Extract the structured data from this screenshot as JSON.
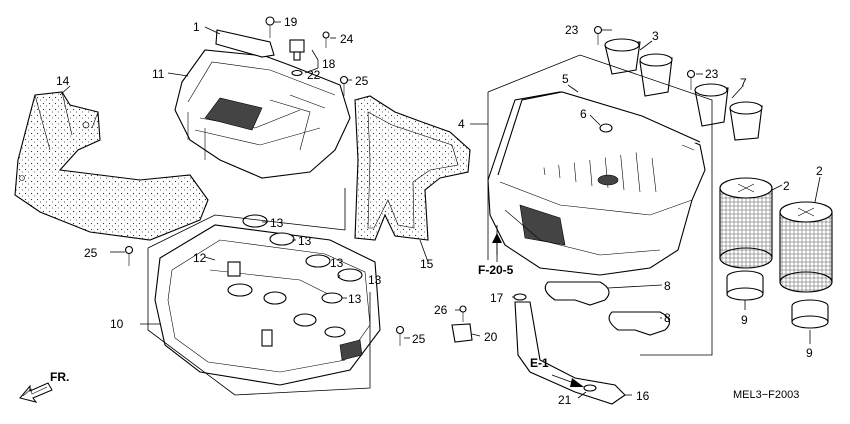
{
  "labels": {
    "p1": "1",
    "p2a": "2",
    "p2b": "2",
    "p3": "3",
    "p4": "4",
    "p5": "5",
    "p6": "6",
    "p7": "7",
    "p8a": "8",
    "p8b": "8",
    "p9a": "9",
    "p9b": "9",
    "p10": "10",
    "p11": "11",
    "p12": "12",
    "p13a": "13",
    "p13b": "13",
    "p13c": "13",
    "p13d": "13",
    "p13e": "13",
    "p14": "14",
    "p15": "15",
    "p16": "16",
    "p17": "17",
    "p18": "18",
    "p19": "19",
    "p20": "20",
    "p21": "21",
    "p22": "22",
    "p23a": "23",
    "p23b": "23",
    "p24": "24",
    "p25a": "25",
    "p25b": "25",
    "p25c": "25",
    "p26": "26"
  },
  "refs": {
    "f205": "F-20-5",
    "e1": "E-1"
  },
  "direction": "FR.",
  "drawing_code": "MEL3−F2003"
}
